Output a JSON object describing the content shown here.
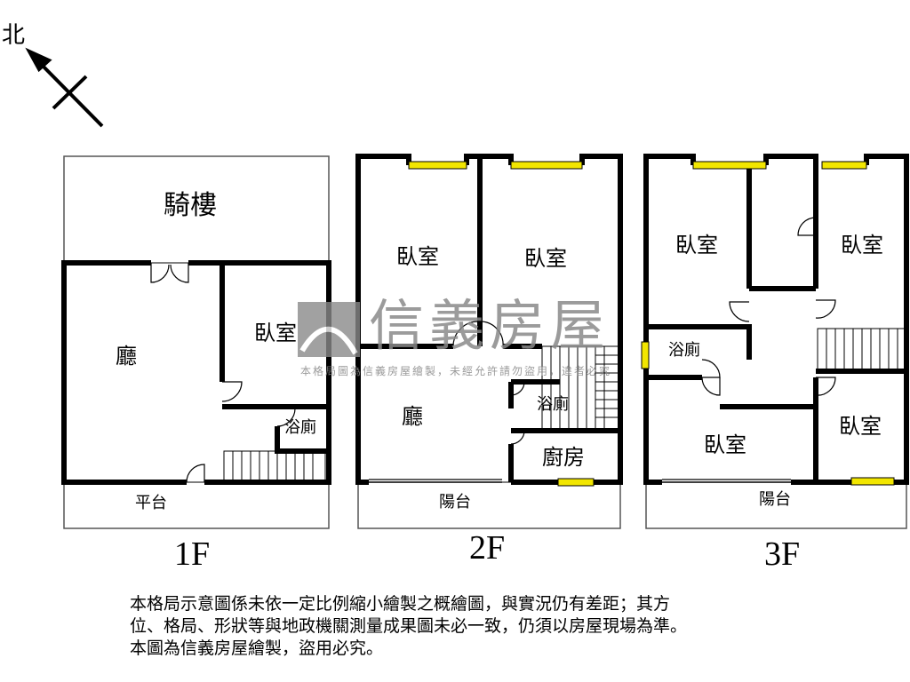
{
  "compass": {
    "north_label": "北"
  },
  "floors": [
    {
      "label": "1F",
      "rooms": [
        "騎樓",
        "廳",
        "臥室",
        "浴廁",
        "平台"
      ]
    },
    {
      "label": "2F",
      "rooms": [
        "臥室",
        "臥室",
        "廳",
        "浴廁",
        "廚房",
        "陽台"
      ]
    },
    {
      "label": "3F",
      "rooms": [
        "臥室",
        "臥室",
        "浴廁",
        "臥室",
        "臥室",
        "陽台"
      ]
    }
  ],
  "watermark": {
    "brand": "信義房屋",
    "subtext": "本格局圖為信義房屋繪製，未經允許請勿盜用，違者必究"
  },
  "disclaimer": [
    "本格局示意圖係未依一定比例縮小繪製之概繪圖，與實況仍有差距；其方",
    "位、格局、形狀等與地政機關測量成果圖未必一致，仍須以房屋現場為準。",
    "本圖為信義房屋繪製，盜用必究。"
  ],
  "colors": {
    "wall": "#000000",
    "window": "#f2e600",
    "watermark": "#8a8a8a"
  }
}
